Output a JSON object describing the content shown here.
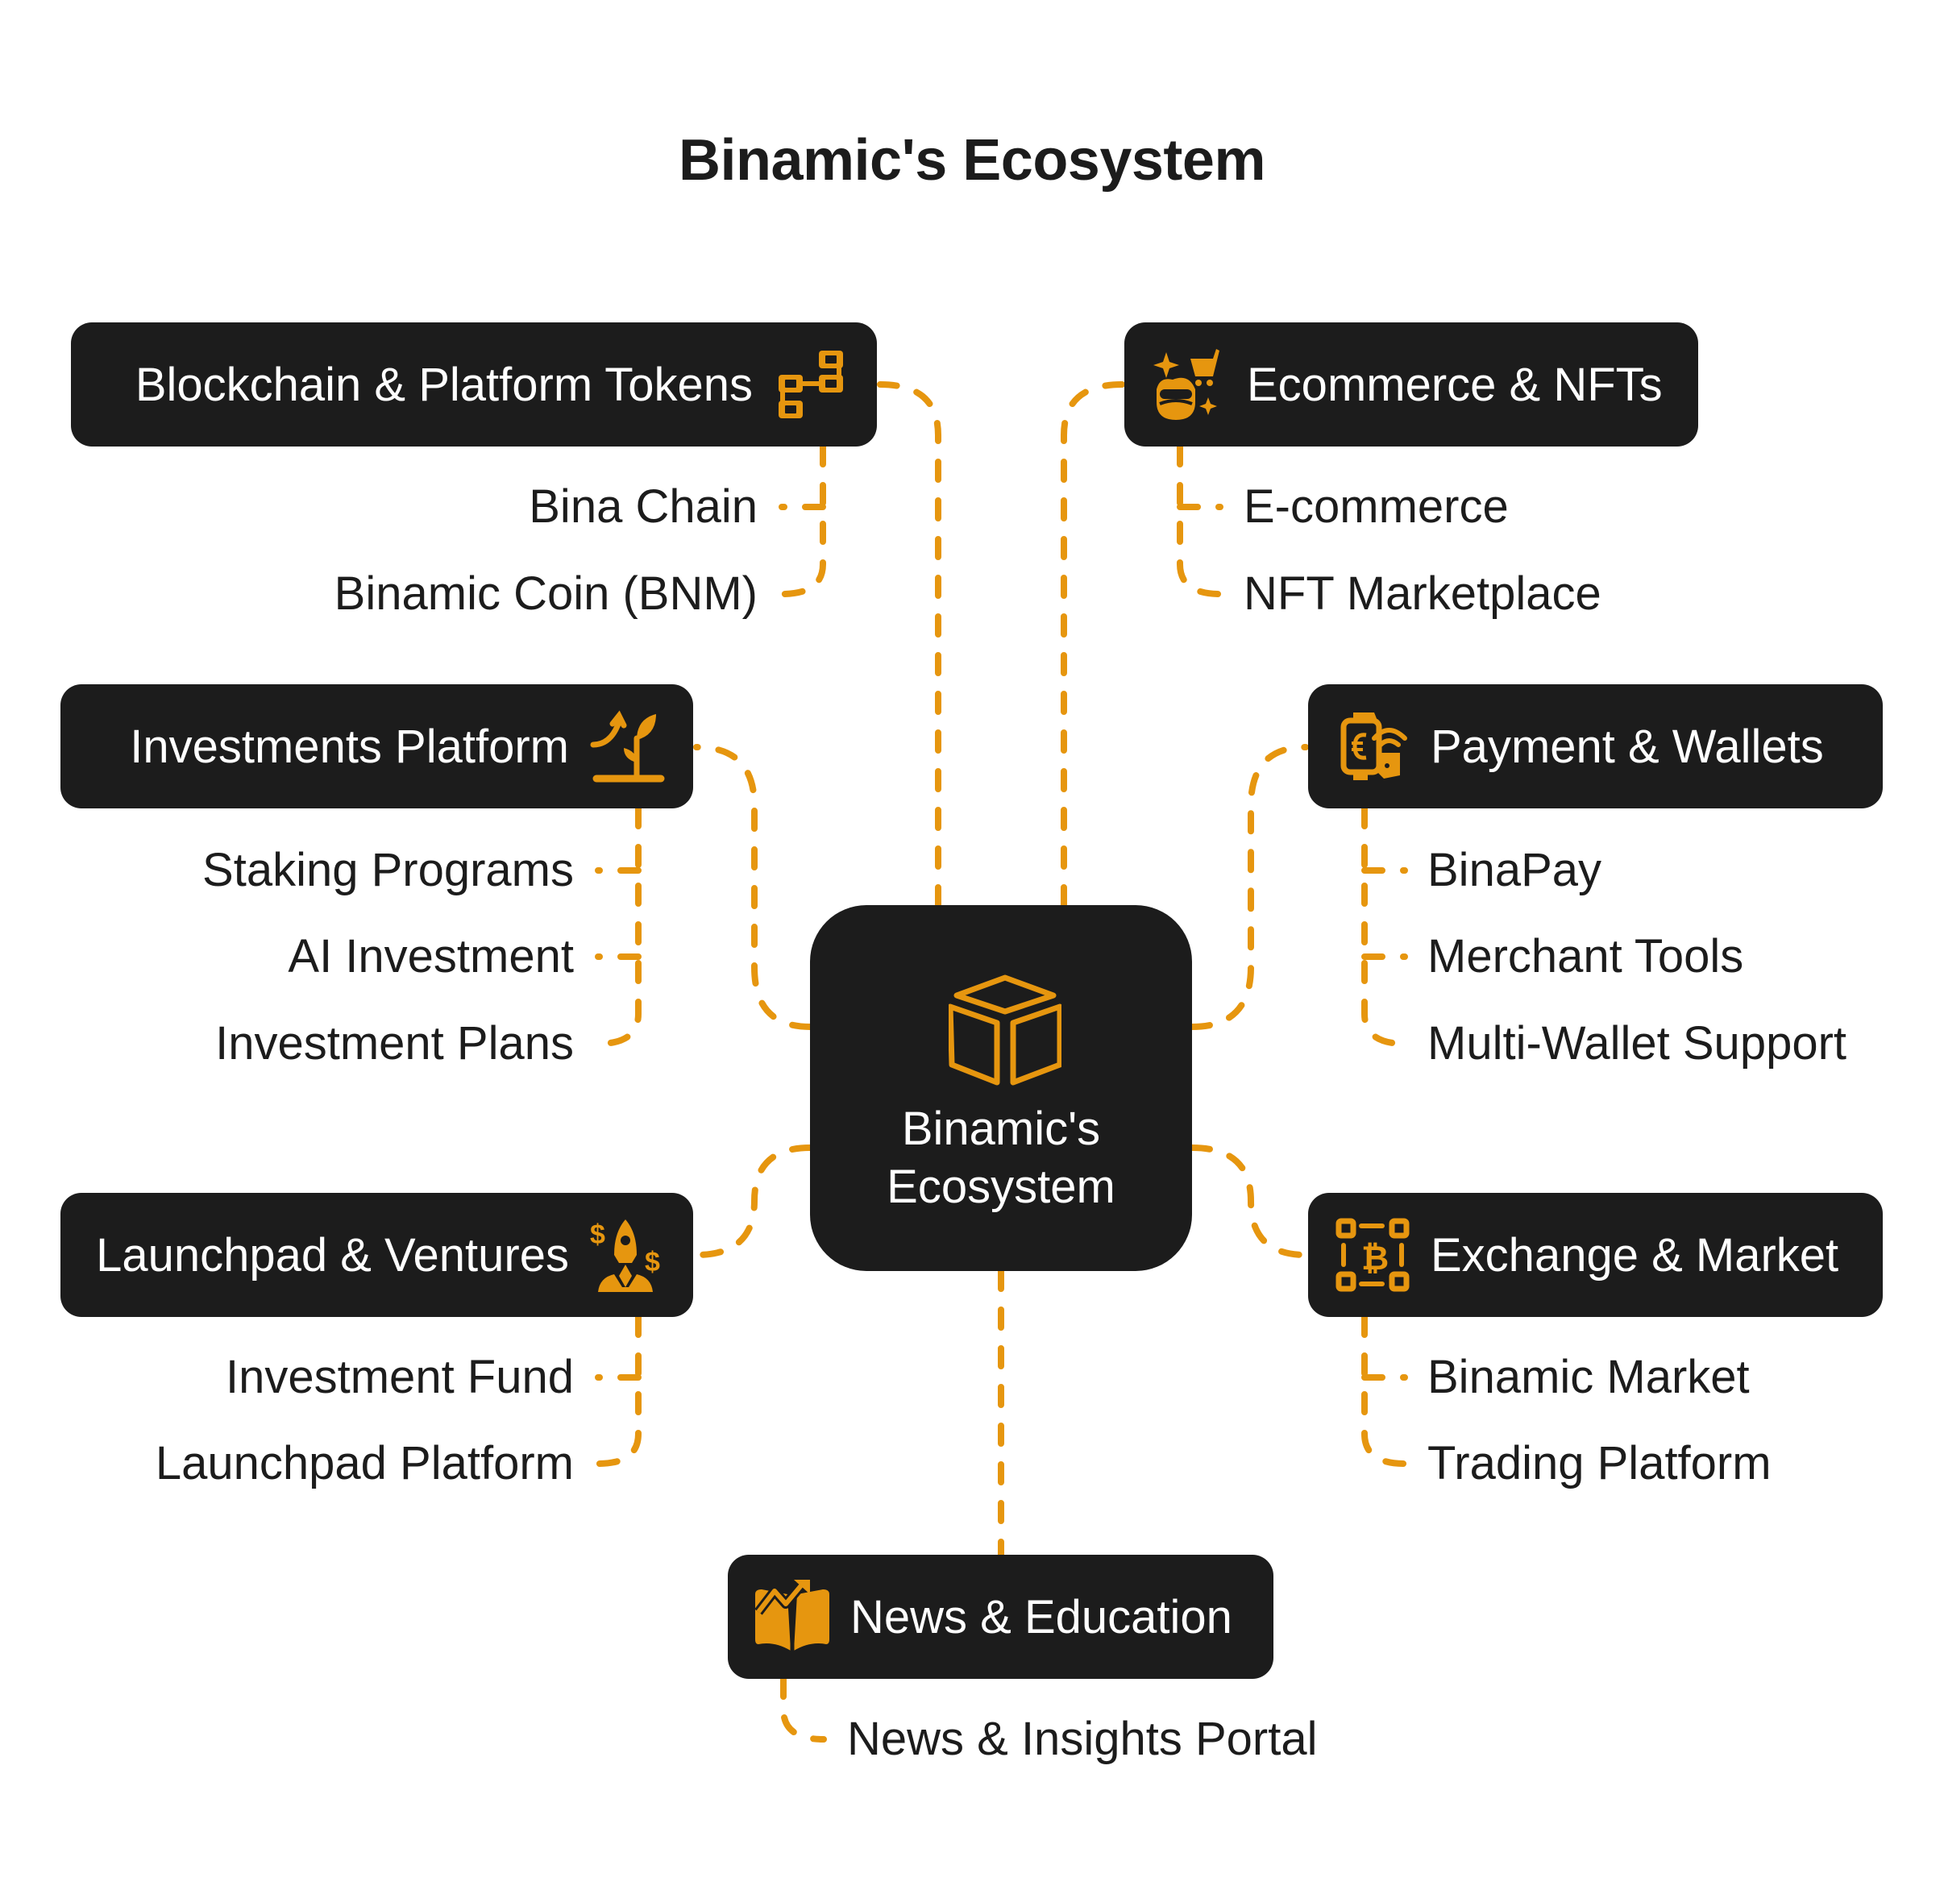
{
  "title": "Binamic's Ecosystem",
  "accent_color": "#E6960F",
  "box_color": "#1C1C1C",
  "center": {
    "label_line1": "Binamic's",
    "label_line2": "Ecosystem",
    "icon": "cube-icon"
  },
  "categories": [
    {
      "id": "blockchain",
      "label": "Blockchain & Platform Tokens",
      "icon": "blockchain-blocks-icon",
      "children": [
        "Bina Chain",
        "Binamic Coin (BNM)"
      ]
    },
    {
      "id": "ecommerce",
      "label": "Ecommerce & NFTs",
      "icon": "vr-avatar-shopping-cart-icon",
      "children": [
        "E-commerce",
        "NFT Marketplace"
      ]
    },
    {
      "id": "investments",
      "label": "Investments Platform",
      "icon": "growth-plant-icon",
      "children": [
        "Staking Programs",
        "AI Investment",
        "Investment Plans"
      ]
    },
    {
      "id": "payment",
      "label": "Payment & Wallets",
      "icon": "smartwatch-euro-wallet-icon",
      "children": [
        "BinaPay",
        "Merchant Tools",
        "Multi-Wallet Support"
      ]
    },
    {
      "id": "launchpad",
      "label": "Launchpad & Ventures",
      "icon": "rocket-dollar-icon",
      "children": [
        "Investment Fund",
        "Launchpad Platform"
      ]
    },
    {
      "id": "exchange",
      "label": "Exchange & Market",
      "icon": "bitcoin-exchange-icon",
      "children": [
        "Binamic Market",
        "Trading Platform"
      ]
    },
    {
      "id": "news",
      "label": "News & Education",
      "icon": "book-trend-icon",
      "children": [
        "News & Insights Portal"
      ]
    }
  ]
}
